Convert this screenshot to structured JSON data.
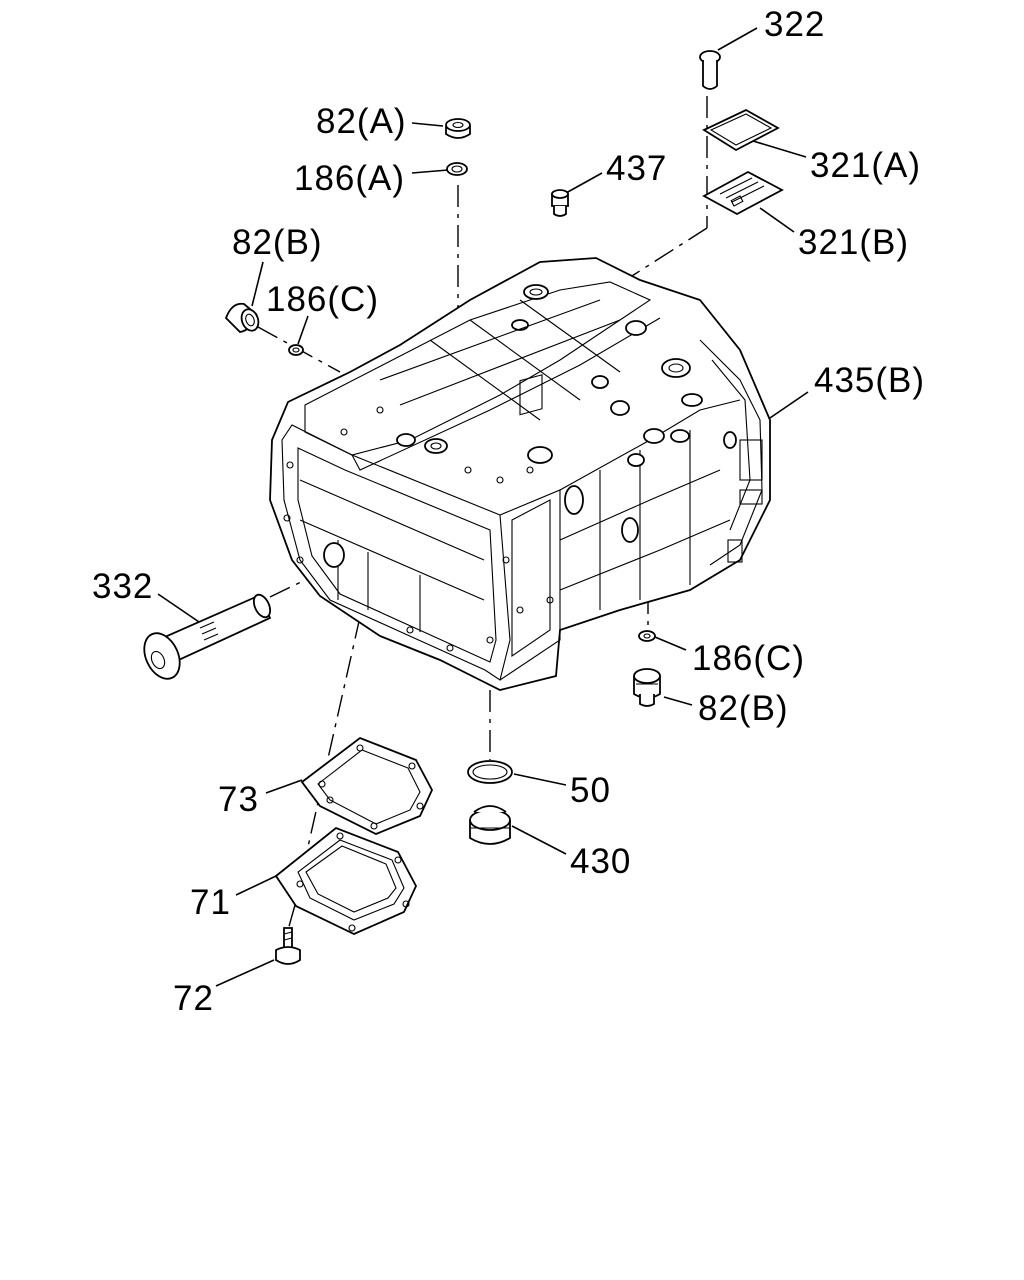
{
  "callouts": [
    {
      "id": "c322",
      "text": "322"
    },
    {
      "id": "c82a",
      "text": "82(A)"
    },
    {
      "id": "c321a",
      "text": "321(A)"
    },
    {
      "id": "c186a",
      "text": "186(A)"
    },
    {
      "id": "c437",
      "text": "437"
    },
    {
      "id": "c82b_top",
      "text": "82(B)"
    },
    {
      "id": "c321b",
      "text": "321(B)"
    },
    {
      "id": "c186c_top",
      "text": "186(C)"
    },
    {
      "id": "c435b",
      "text": "435(B)"
    },
    {
      "id": "c332",
      "text": "332"
    },
    {
      "id": "c186c_bot",
      "text": "186(C)"
    },
    {
      "id": "c82b_bot",
      "text": "82(B)"
    },
    {
      "id": "c50",
      "text": "50"
    },
    {
      "id": "c73",
      "text": "73"
    },
    {
      "id": "c430",
      "text": "430"
    },
    {
      "id": "c71",
      "text": "71"
    },
    {
      "id": "c72",
      "text": "72"
    }
  ]
}
